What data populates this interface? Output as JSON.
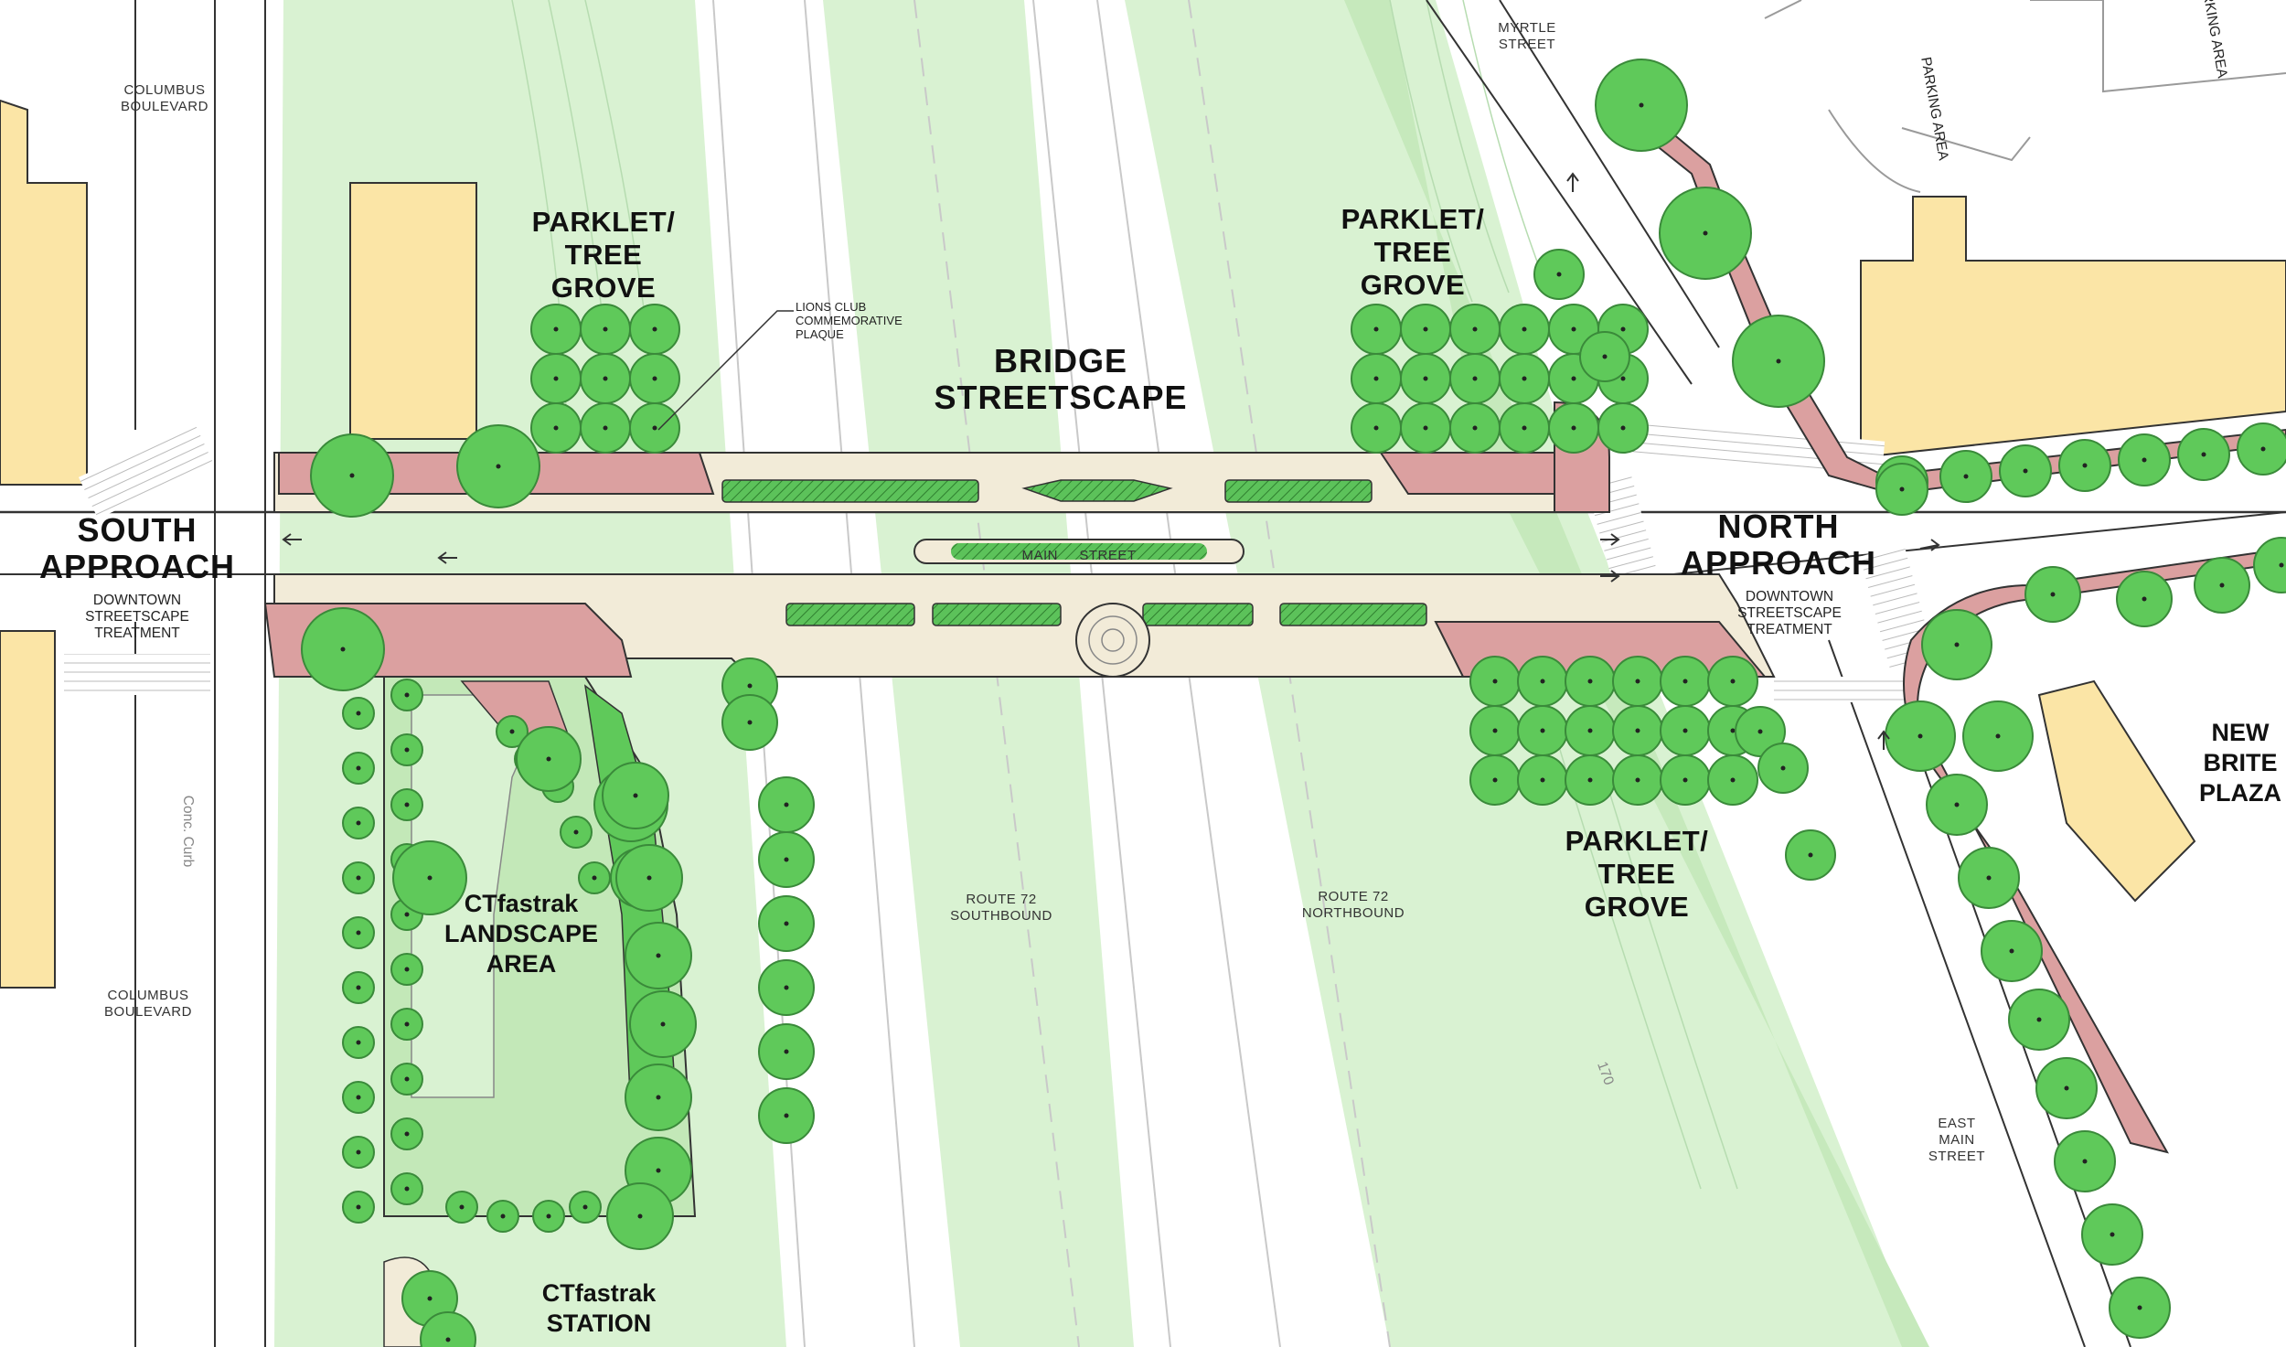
{
  "labels": {
    "columbus_top": [
      "COLUMBUS",
      "BOULEVARD"
    ],
    "columbus_bottom": [
      "COLUMBUS",
      "BOULEVARD"
    ],
    "myrtle": [
      "MYRTLE",
      "STREET"
    ],
    "parking": "PARKING AREA",
    "parking_area_top": "PARKING AREA",
    "parklet_sw": [
      "PARKLET/",
      "TREE",
      "GROVE"
    ],
    "parklet_ne": [
      "PARKLET/",
      "TREE",
      "GROVE"
    ],
    "parklet_se": [
      "PARKLET/",
      "TREE",
      "GROVE"
    ],
    "lions": [
      "LIONS CLUB",
      "COMMEMORATIVE",
      "PLAQUE"
    ],
    "bridge": [
      "BRIDGE",
      "STREETSCAPE"
    ],
    "main_street": "MAIN     STREET",
    "south_approach": [
      "SOUTH",
      "APPROACH"
    ],
    "north_approach": [
      "NORTH",
      "APPROACH"
    ],
    "downtown_south": [
      "DOWNTOWN",
      "STREETSCAPE",
      "TREATMENT"
    ],
    "downtown_north": [
      "DOWNTOWN",
      "STREETSCAPE",
      "TREATMENT"
    ],
    "new_brite": [
      "NEW",
      "BRITE",
      "PLAZA"
    ],
    "ctfastrak_landscape": [
      "CTfastrak",
      "LANDSCAPE",
      "AREA"
    ],
    "ctfastrak_station": [
      "CTfastrak",
      "STATION"
    ],
    "route72_sb": [
      "ROUTE 72",
      "SOUTHBOUND"
    ],
    "route72_nb": [
      "ROUTE 72",
      "NORTHBOUND"
    ],
    "east_main": [
      "EAST",
      "MAIN",
      "STREET"
    ],
    "conc_curb": "Conc. Curb",
    "contour": "170"
  },
  "colors": {
    "park_green": "#d9f2d2",
    "lawn_green": "#c3e8b8",
    "pavement_red": "#dba0a0",
    "building_yellow": "#fbe5a6",
    "tree_fill": "#5fc95a",
    "tree_dark": "#3a8a3a",
    "concrete": "#f2ebd8",
    "planter_hatch": "#43a843"
  }
}
